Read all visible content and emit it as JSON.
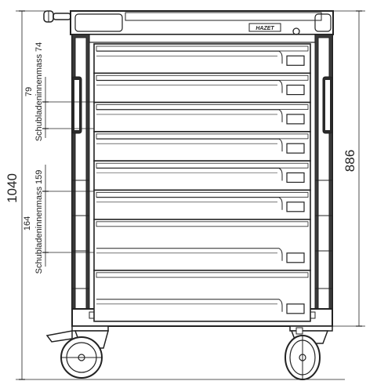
{
  "dimensions": {
    "total_height": "1040",
    "body_height": "886",
    "small_drawer_height": "79",
    "large_drawer_height": "164"
  },
  "labels": {
    "small_drawer": "Schubladeninnenmass 74",
    "large_drawer": "Schubladeninnenmass 159"
  },
  "brand": {
    "logo_text": "HAZET"
  },
  "colors": {
    "frame": "#2a2a2a",
    "panel": "#ffffff",
    "line": "#222222"
  },
  "drawers": {
    "small_count": 6,
    "large_count": 2
  }
}
